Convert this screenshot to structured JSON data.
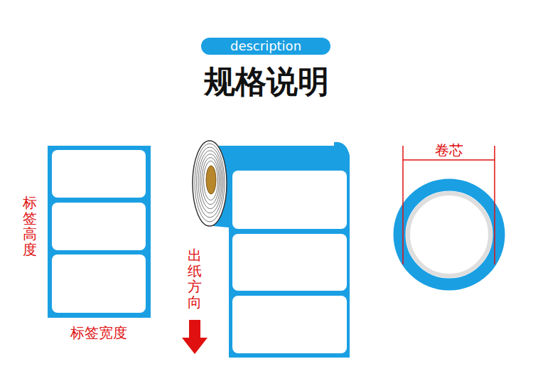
{
  "diagram": {
    "title": "规格说明",
    "nodes": [
      {
        "text": [
          "description"
        ]
      }
    ],
    "labels": [
      "标签高度",
      "标签宽度",
      "出纸方向",
      "卷芯"
    ]
  }
}
